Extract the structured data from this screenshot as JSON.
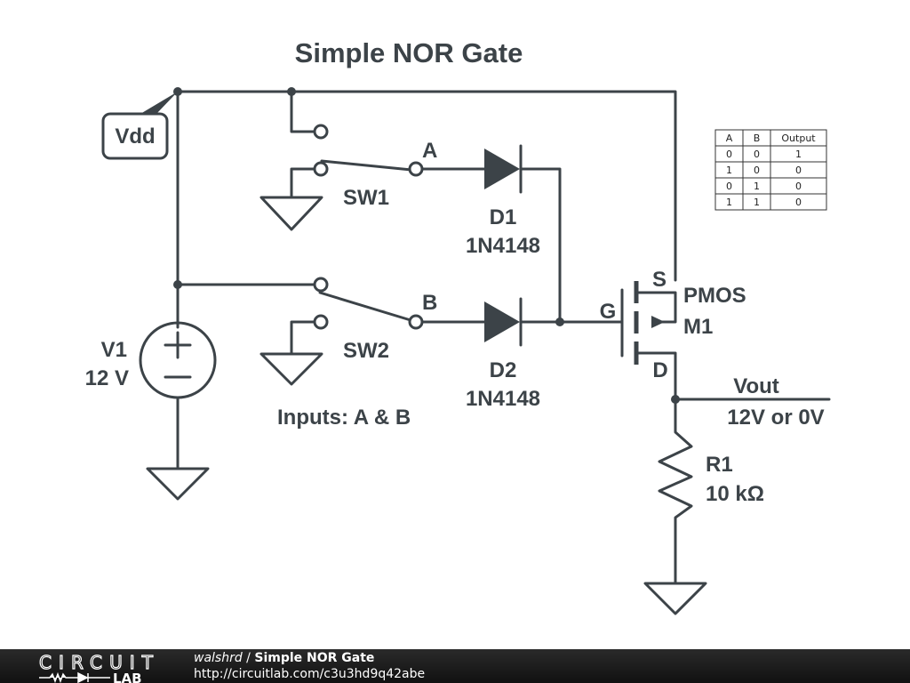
{
  "title": "Simple NOR Gate",
  "components": {
    "vdd": {
      "label": "Vdd"
    },
    "v1": {
      "name": "V1",
      "value": "12 V",
      "plus": "+",
      "minus": "−"
    },
    "sw1": {
      "name": "SW1",
      "node": "A"
    },
    "sw2": {
      "name": "SW2",
      "node": "B"
    },
    "d1": {
      "name": "D1",
      "part": "1N4148"
    },
    "d2": {
      "name": "D2",
      "part": "1N4148"
    },
    "m1": {
      "type": "PMOS",
      "name": "M1",
      "gate": "G",
      "source": "S",
      "drain": "D"
    },
    "r1": {
      "name": "R1",
      "value": "10 kΩ"
    },
    "vout": {
      "label": "Vout",
      "value": "12V or 0V"
    },
    "inputs_note": "Inputs: A & B"
  },
  "truth_table": {
    "headers": [
      "A",
      "B",
      "Output"
    ],
    "rows": [
      [
        "0",
        "0",
        "1"
      ],
      [
        "1",
        "0",
        "0"
      ],
      [
        "0",
        "1",
        "0"
      ],
      [
        "1",
        "1",
        "0"
      ]
    ]
  },
  "footer": {
    "logo_top": "CIRCUIT",
    "logo_bottom": "LAB",
    "author": "walshrd",
    "separator": " / ",
    "title": "Simple NOR Gate",
    "url": "http://circuitlab.com/c3u3hd9q42abe"
  }
}
